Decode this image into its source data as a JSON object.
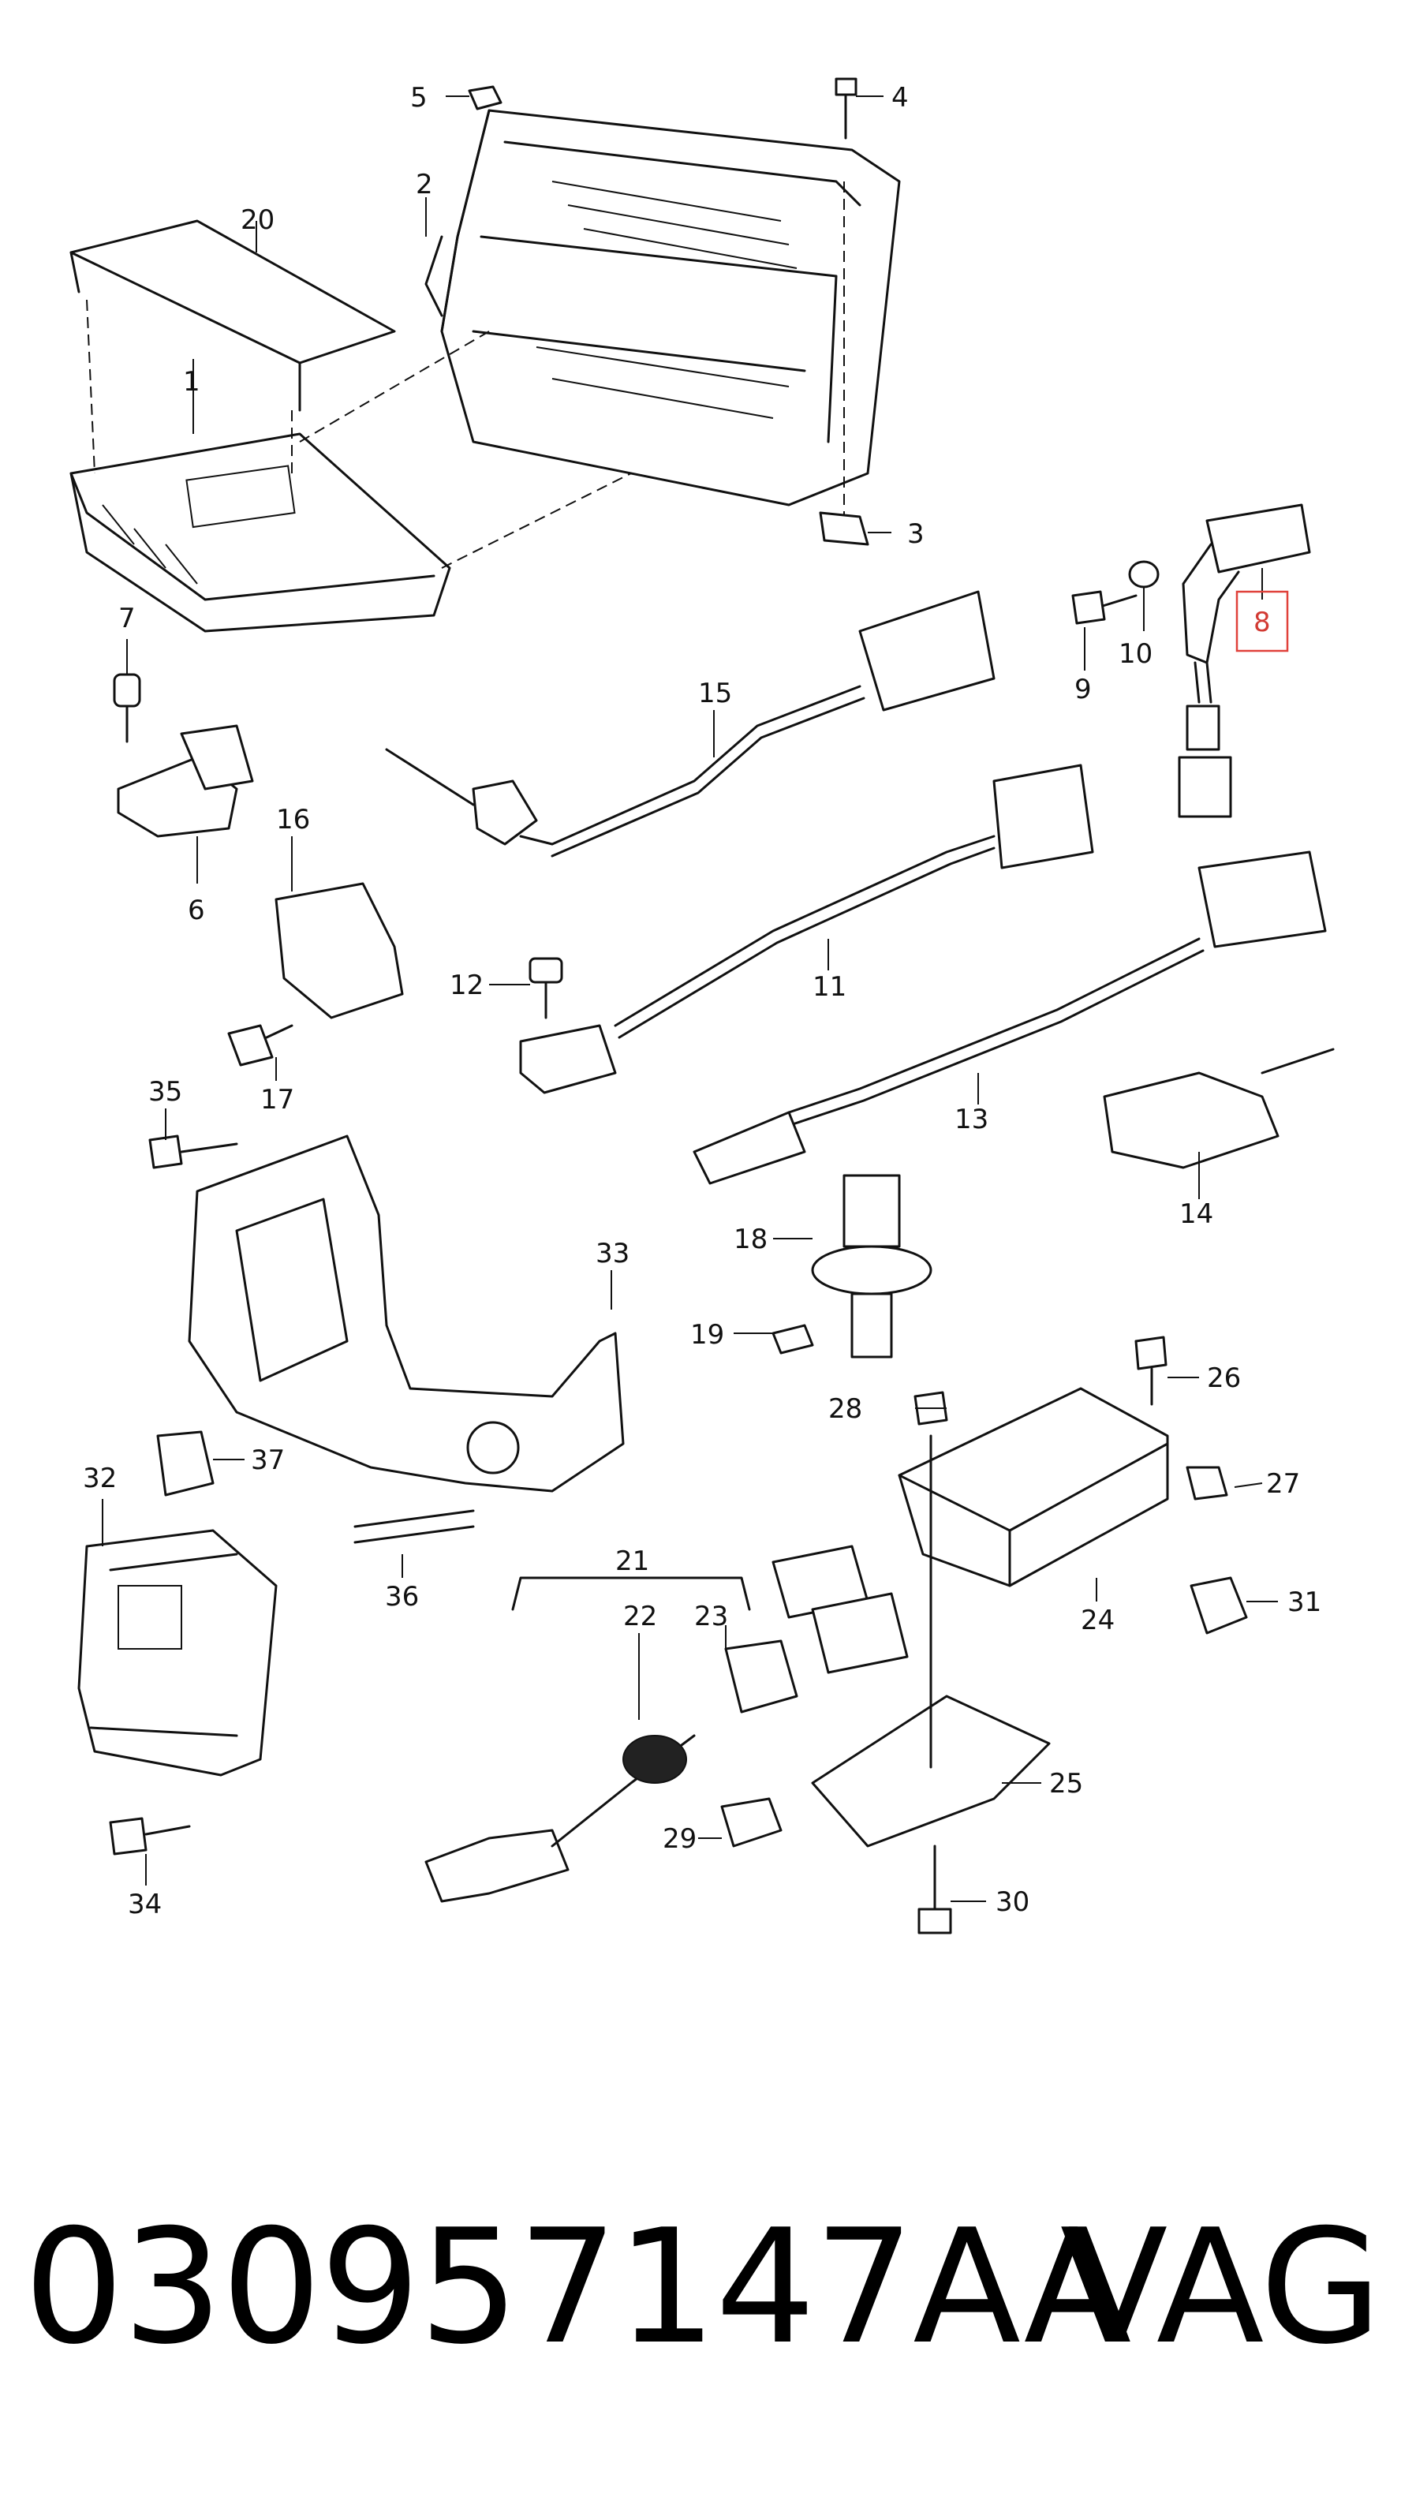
{
  "diagram": {
    "callouts": [
      "1",
      "2",
      "3",
      "4",
      "5",
      "6",
      "7",
      "8",
      "9",
      "10",
      "11",
      "12",
      "13",
      "14",
      "15",
      "16",
      "17",
      "18",
      "19",
      "20",
      "21",
      "22",
      "23",
      "24",
      "25",
      "26",
      "27",
      "28",
      "29",
      "30",
      "31",
      "32",
      "33",
      "34",
      "35",
      "36",
      "37"
    ],
    "highlighted_callout": "8",
    "highlight_color": "#e0413a"
  },
  "footer": {
    "part_number": "030957147AA",
    "brand": "VAG"
  }
}
